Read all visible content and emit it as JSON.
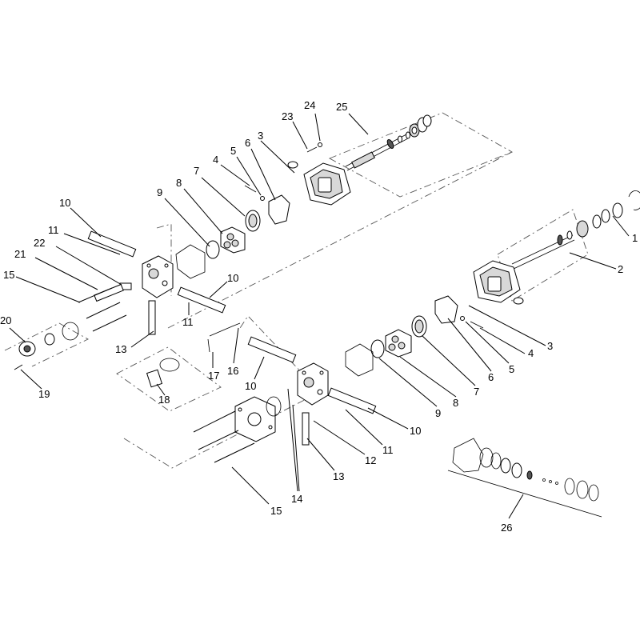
{
  "callouts": {
    "c1": "1",
    "c2": "2",
    "c3a": "3",
    "c3b": "3",
    "c4a": "4",
    "c4b": "4",
    "c5a": "5",
    "c5b": "5",
    "c6a": "6",
    "c6b": "6",
    "c7a": "7",
    "c7b": "7",
    "c8a": "8",
    "c8b": "8",
    "c9a": "9",
    "c9b": "9",
    "c10a": "10",
    "c10b": "10",
    "c10c": "10",
    "c10d": "10",
    "c11a": "11",
    "c11b": "11",
    "c11c": "11",
    "c12": "12",
    "c13a": "13",
    "c13b": "13",
    "c14": "14",
    "c15a": "15",
    "c15b": "15",
    "c16": "16",
    "c17": "17",
    "c18": "18",
    "c19": "19",
    "c20": "20",
    "c21": "21",
    "c22": "22",
    "c23": "23",
    "c24": "24",
    "c25": "25",
    "c26": "26"
  }
}
